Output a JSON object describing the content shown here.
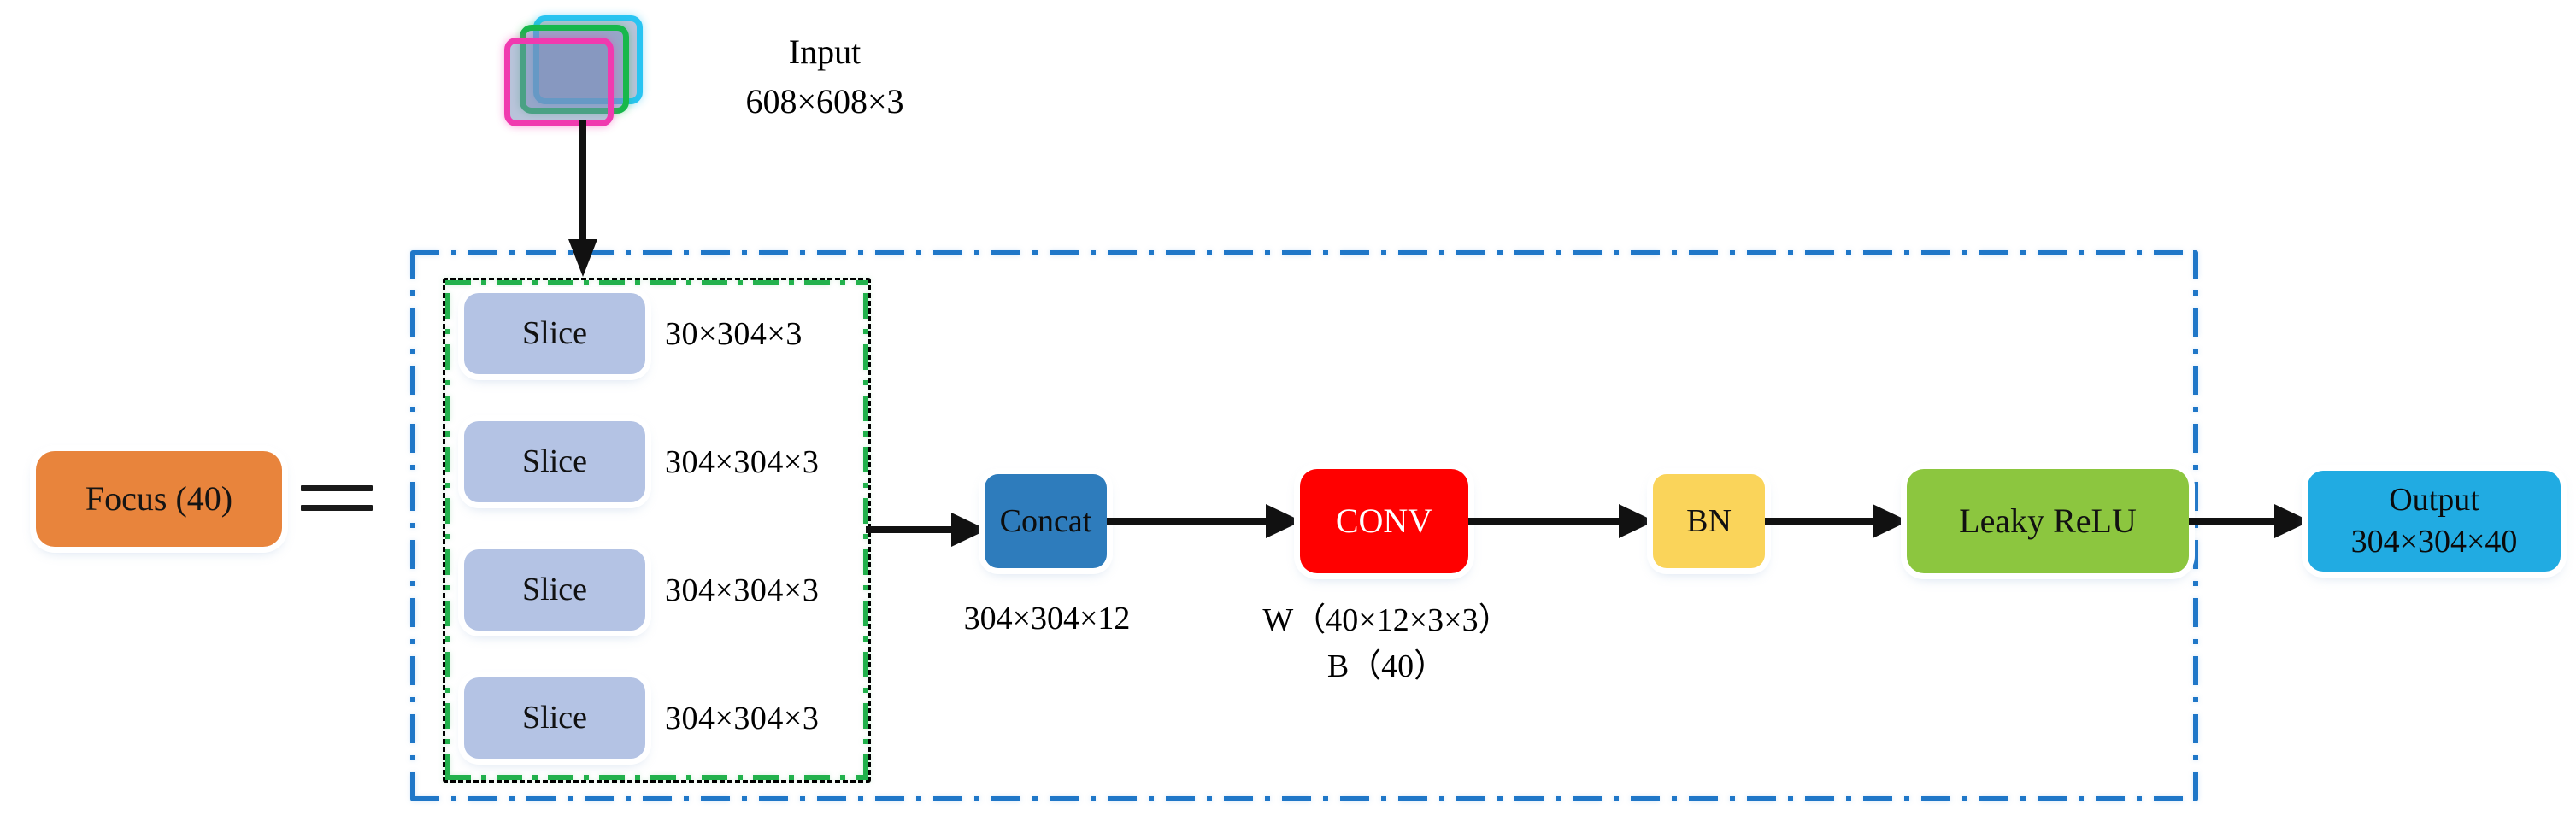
{
  "diagram": {
    "title_node": {
      "label": "Focus (40)",
      "color": "#E8843C"
    },
    "equals_symbol": "=",
    "input": {
      "caption": "Input\n608×608×3",
      "stack_layer_colors": [
        "#29C4F2",
        "#17B84B",
        "#F03AAF"
      ],
      "fill_color": "#788CB9"
    },
    "containers": {
      "outer_label": "focus-module-boundary",
      "outer_color": "#1F77C8",
      "inner_label": "slice-group-boundary",
      "inner_color": "#22B14C"
    },
    "slices": [
      {
        "label": "Slice",
        "shape": "30×304×3"
      },
      {
        "label": "Slice",
        "shape": "304×304×3"
      },
      {
        "label": "Slice",
        "shape": "304×304×3"
      },
      {
        "label": "Slice",
        "shape": "304×304×3"
      }
    ],
    "slice_color": "#B4C3E4",
    "pipeline": [
      {
        "name": "concat",
        "label": "Concat",
        "color": "#2E7CBC",
        "caption": "304×304×12"
      },
      {
        "name": "conv",
        "label": "CONV",
        "color": "#FF0000",
        "caption": "W（40×12×3×3）\nB（40）"
      },
      {
        "name": "bn",
        "label": "BN",
        "color": "#FAD45A",
        "caption": ""
      },
      {
        "name": "leaky-relu",
        "label": "Leaky  ReLU",
        "color": "#8CC63F",
        "caption": ""
      }
    ],
    "output": {
      "label": "Output\n304×304×40",
      "color": "#21ABE2"
    }
  }
}
